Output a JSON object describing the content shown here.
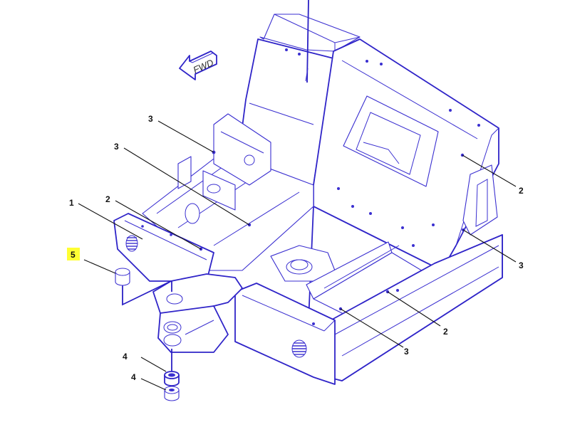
{
  "diagram": {
    "type": "exploded parts illustration",
    "line_color": "#3a2fd0",
    "leader_color": "#111111",
    "highlight_color": "#ffff33",
    "direction_indicator": {
      "label": "FWD",
      "icon": "arrow-left-icon"
    },
    "callouts": [
      {
        "id": "c3a",
        "label": "3"
      },
      {
        "id": "c3b",
        "label": "3"
      },
      {
        "id": "c1",
        "label": "1"
      },
      {
        "id": "c2a",
        "label": "2"
      },
      {
        "id": "c5",
        "label": "5",
        "highlighted": true
      },
      {
        "id": "c4a",
        "label": "4"
      },
      {
        "id": "c4b",
        "label": "4"
      },
      {
        "id": "c2b",
        "label": "2"
      },
      {
        "id": "c3c",
        "label": "3"
      },
      {
        "id": "c2c",
        "label": "2"
      },
      {
        "id": "c3d",
        "label": "3"
      }
    ]
  }
}
